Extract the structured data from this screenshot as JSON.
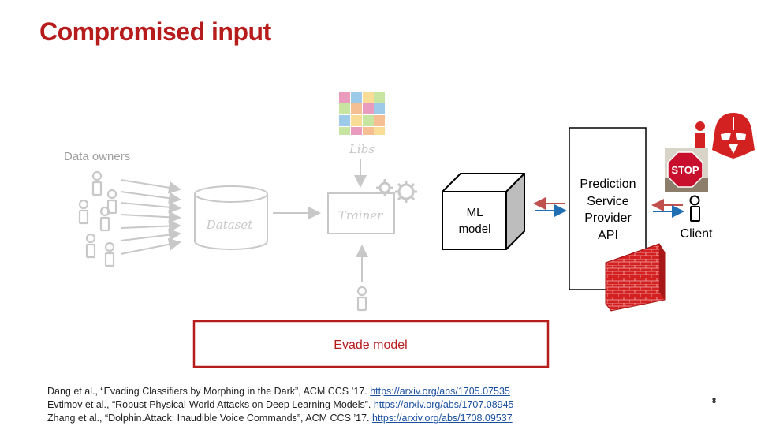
{
  "slide": {
    "title": "Compromised input",
    "page_number": "8"
  },
  "diagram": {
    "data_owners_label": "Data owners",
    "libs_label": "Libs",
    "dataset_label": "Dataset",
    "trainer_label": "Trainer",
    "ml_model_line1": "ML",
    "ml_model_line2": "model",
    "api_line1": "Prediction",
    "api_line2": "Service",
    "api_line3": "Provider",
    "api_line4": "API",
    "client_label": "Client",
    "stop_sign_text": "STOP",
    "evade_label": "Evade model"
  },
  "references": [
    {
      "text": "Dang et al., “Evading Classifiers by Morphing in the Dark”, ACM CCS ’17. ",
      "link": "https://arxiv.org/abs/1705.07535"
    },
    {
      "text": "Evtimov et al., “Robust Physical-World Attacks on Deep Learning Models”. ",
      "link": "https://arxiv.org/abs/1707.08945"
    },
    {
      "text": "Zhang et al., “Dolphin.Attack: Inaudible Voice Commands”, ACM CCS ’17. ",
      "link": "https://arxiv.org/abs/1708.09537"
    }
  ],
  "colors": {
    "accent_red": "#b71c1c",
    "faded_gray": "#c8c8c8",
    "arrow_red": "#c0504d",
    "arrow_blue": "#1f6fb2"
  }
}
